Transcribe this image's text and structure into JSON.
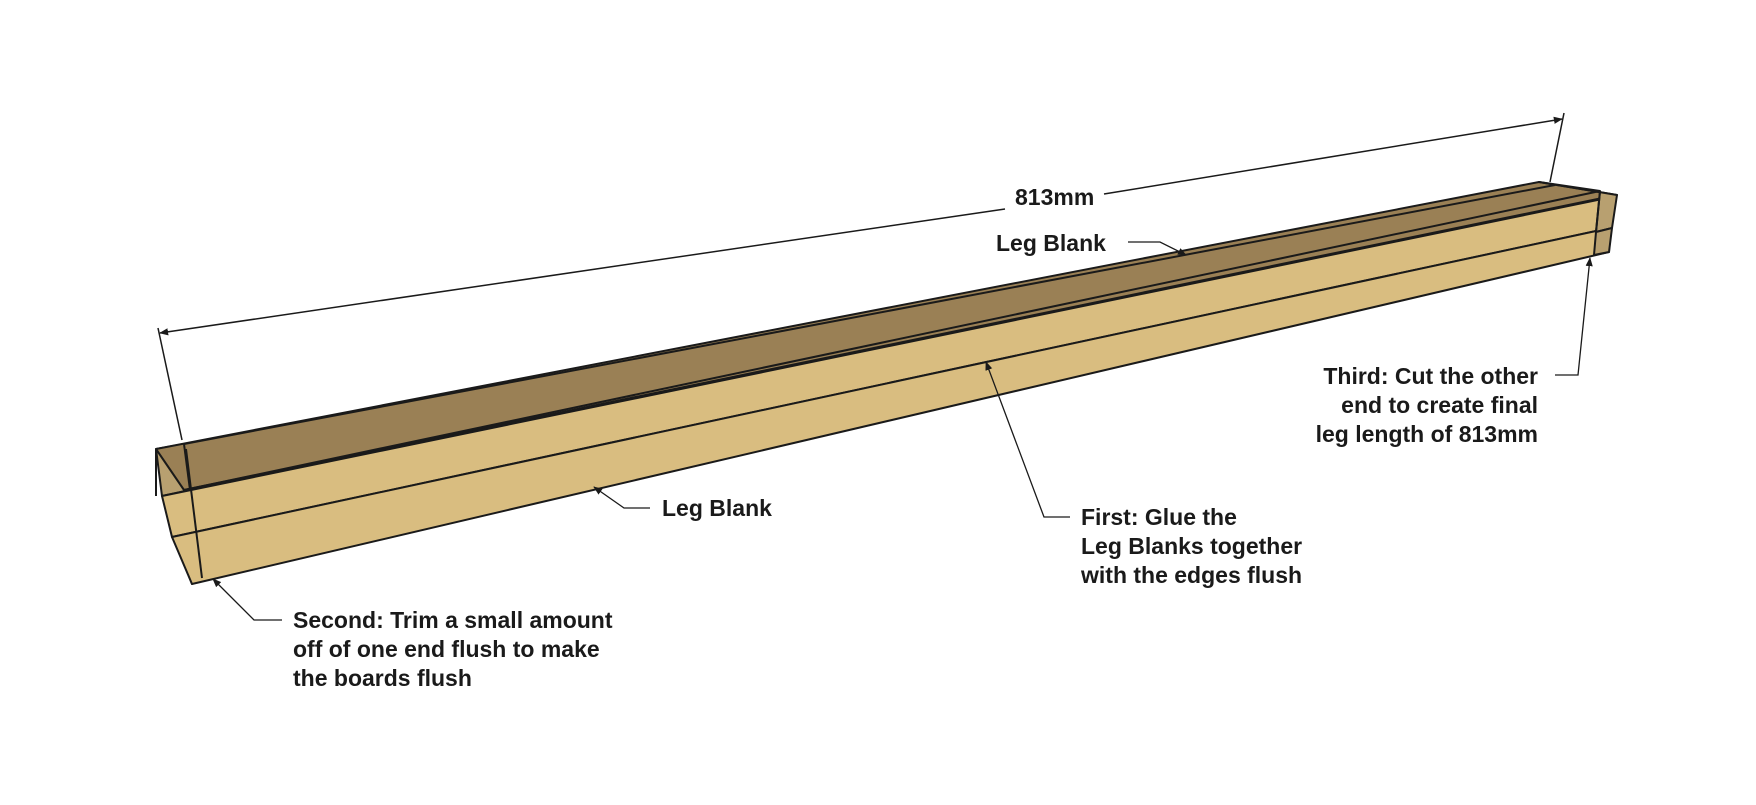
{
  "colors": {
    "board_top": "#9a8055",
    "board_front": "#d9bd80",
    "board_end": "#b8a070",
    "line": "#1a1a1a"
  },
  "dimension": "813mm",
  "labels": {
    "leg_blank_top": "Leg Blank",
    "leg_blank_bottom": "Leg Blank"
  },
  "notes": {
    "third": [
      "Third: Cut the other",
      "end to create final",
      "leg length of 813mm"
    ],
    "first": [
      "First: Glue the",
      "Leg Blanks together",
      "with the edges flush"
    ],
    "second": [
      "Second: Trim a small amount",
      "off of one end flush to make",
      "the boards flush"
    ]
  }
}
